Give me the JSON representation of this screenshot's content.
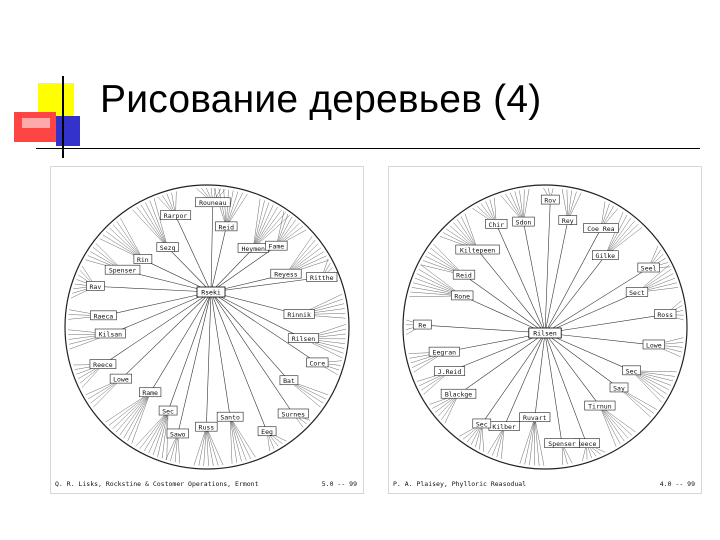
{
  "slide": {
    "title": "Рисование деревьев (4)",
    "accent_colors": {
      "yellow": "#ffff00",
      "blue": "#3333cc",
      "red": "#ff3333",
      "rule": "#000000"
    }
  },
  "figures": [
    {
      "id": "left",
      "root_label": "Rseki",
      "labels": [
        "Rouneau",
        "Reid",
        "Heymen",
        "Fame",
        "Reyess",
        "Ritthe",
        "Rinnik",
        "Rilsen",
        "Core",
        "Bat",
        "Surnes",
        "Eeg",
        "Santo",
        "Russ",
        "Sawo",
        "Sec",
        "Rame",
        "Lowe",
        "Reece",
        "Kilsan",
        "Raeca",
        "Rav",
        "Spenser",
        "Rin",
        "Sezq",
        "Rarpor"
      ],
      "caption_left": "Q. R. Lisks, Rockstine & Costomer Operations, Ermont",
      "caption_right": "5.0 -- 99"
    },
    {
      "id": "right",
      "root_label": "Rilsen",
      "labels": [
        "Rov",
        "Rey",
        "Coe Rea",
        "Gilke",
        "Seel",
        "Sect",
        "Ross",
        "Lowe",
        "Sec",
        "Say",
        "Tirnun",
        "Reece",
        "Spenser",
        "Ruvart",
        "Kilber",
        "Sec",
        "Blackge",
        "J.Reid",
        "Eegran",
        "Re",
        "Rone",
        "Reid",
        "Kiltepeen",
        "Chir",
        "Sdon"
      ],
      "caption_left": "P. A. Plaisey, Phylloric Reasodual",
      "caption_right": "4.0 -- 99"
    }
  ]
}
